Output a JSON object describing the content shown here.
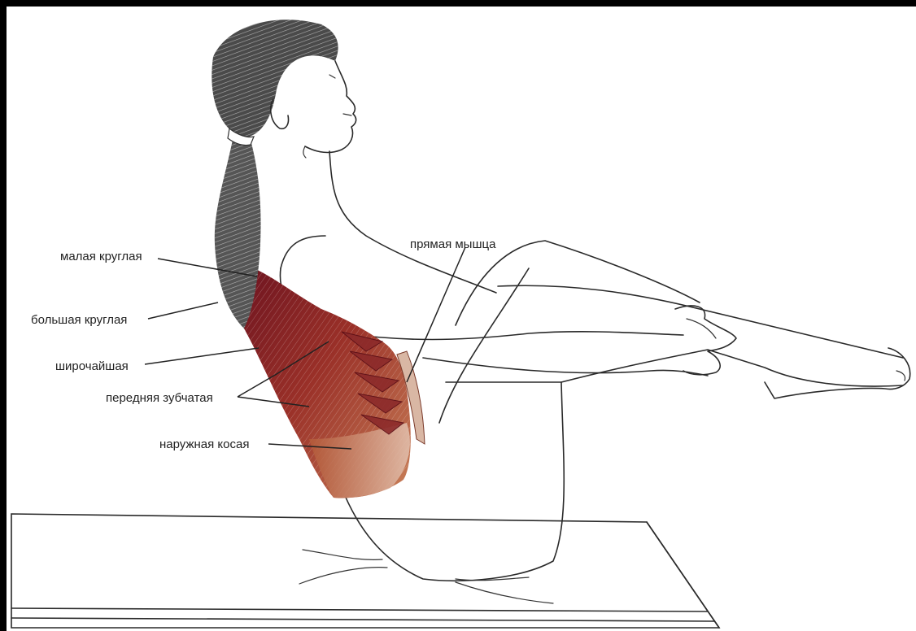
{
  "labels": {
    "teres_minor": "малая круглая",
    "teres_major": "большая круглая",
    "latissimus": "широчайшая",
    "serratus": "передняя зубчатая",
    "external_oblique": "наружная косая",
    "rectus": "прямая мышца"
  },
  "colors": {
    "muscle_dark": "#7a1a22",
    "muscle_mid": "#a8402e",
    "muscle_light": "#c8704a",
    "hair": "#555555",
    "frame": "#000000"
  }
}
